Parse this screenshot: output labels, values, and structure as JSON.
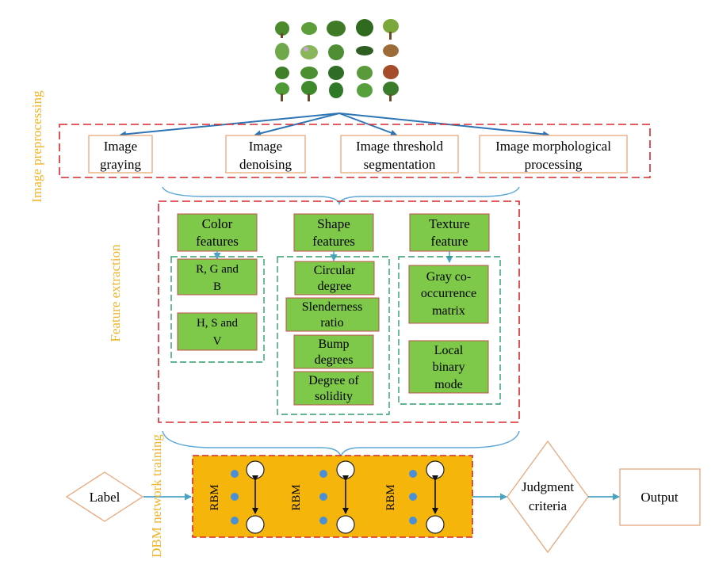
{
  "stage_labels": {
    "preprocessing": "Image preprocessing",
    "feature_extraction": "Feature extraction",
    "dbm_training": "DBM network training"
  },
  "preprocessing_steps": [
    {
      "line1": "Image",
      "line2": "graying"
    },
    {
      "line1": "Image",
      "line2": "denoising"
    },
    {
      "line1": "Image threshold",
      "line2": "segmentation"
    },
    {
      "line1": "Image morphological",
      "line2": "processing"
    }
  ],
  "feature_groups": [
    {
      "header": [
        "Color",
        "features"
      ],
      "items": [
        [
          "R, G  and",
          "B"
        ],
        [
          "H, S  and",
          "V"
        ]
      ]
    },
    {
      "header": [
        "Shape",
        "features"
      ],
      "items": [
        [
          "Circular",
          "degree"
        ],
        [
          "Slenderness",
          "ratio"
        ],
        [
          "Bump",
          "degrees"
        ],
        [
          "Degree of",
          "solidity"
        ]
      ]
    },
    {
      "header": [
        "Texture",
        "feature"
      ],
      "items": [
        [
          "Gray co-",
          "occurrence",
          "matrix"
        ],
        [
          "Local",
          "binary",
          "mode"
        ]
      ]
    }
  ],
  "dbm": {
    "rbm_label": "RBM",
    "label_node": "Label",
    "judgment_node": [
      "Judgment",
      "criteria"
    ],
    "output_node": "Output"
  },
  "colors": {
    "preprocess_border": "#d9272e",
    "step_border": "#e8a87c",
    "box_green": "#7ec84a",
    "box_green_border": "#c0504d",
    "dashed_green": "#2e9e6a",
    "arrow_blue": "#2e75b6",
    "brace_blue": "#5ba7d6",
    "dbm_fill": "#f5b50a",
    "visible_dot": "#4a90d9",
    "stage_label": "#f0b429"
  }
}
